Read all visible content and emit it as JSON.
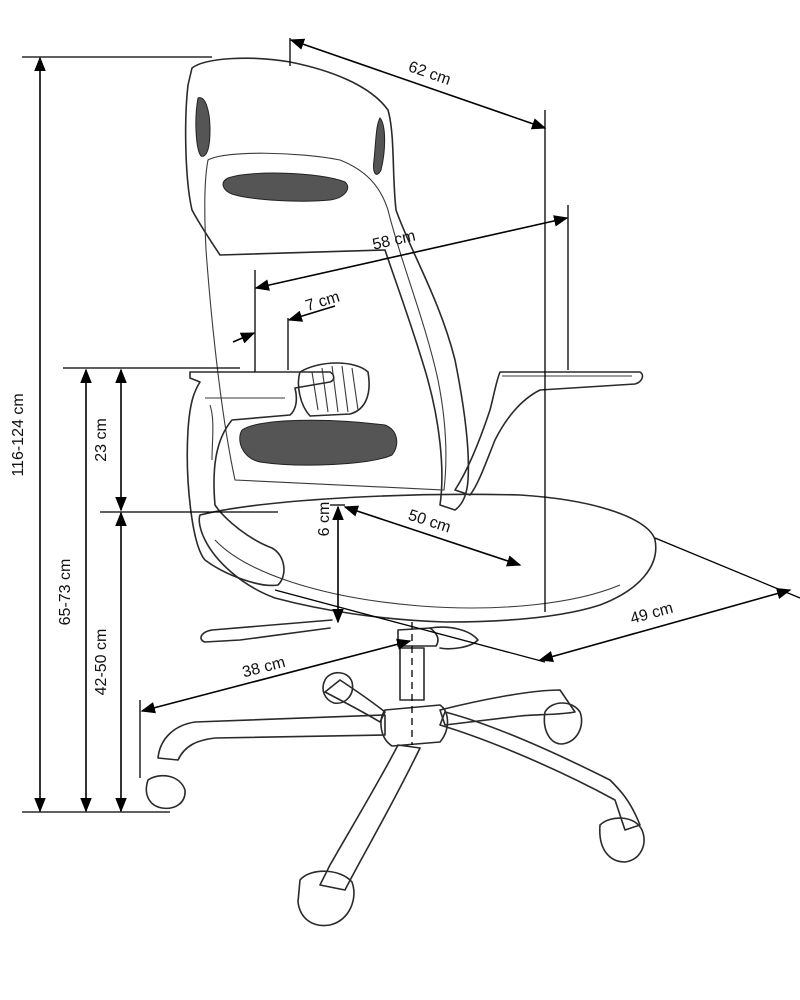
{
  "dimensions": {
    "total_height": "116-124 cm",
    "armrest_height": "65-73 cm",
    "seat_height": "42-50 cm",
    "armrest_to_seat": "23 cm",
    "seat_thickness": "6 cm",
    "armrest_width": "7 cm",
    "backrest_width": "62 cm",
    "arm_span": "58 cm",
    "seat_depth": "50 cm",
    "seat_width": "49 cm",
    "base_radius": "38 cm"
  }
}
